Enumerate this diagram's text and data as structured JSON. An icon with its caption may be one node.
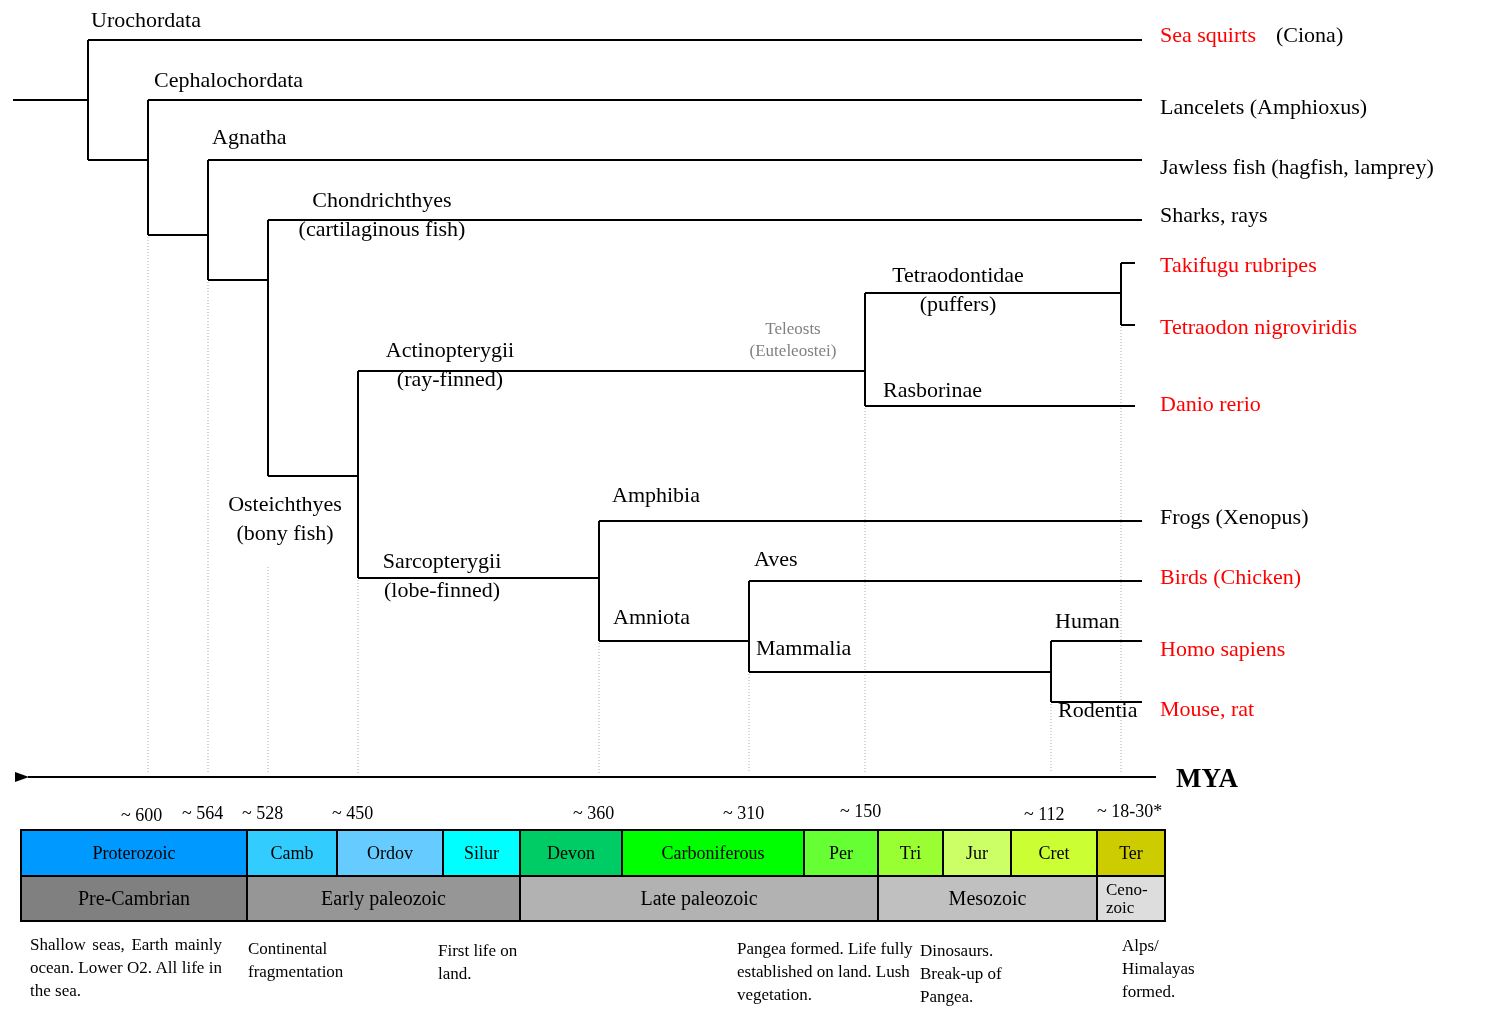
{
  "diagram": {
    "labels": [
      "Urochordata",
      "Cephalochordata",
      "Agnatha",
      "Chondrichthyes (cartilaginous fish)",
      "Tetraodontidae (puffers)",
      "Teleosts (Euteleostei)",
      "Actinopterygii (ray-finned)",
      "Rasborinae",
      "Osteichthyes (bony fish)",
      "Amphibia",
      "Sarcopterygii (lobe-finned)",
      "Aves",
      "Amniota",
      "Mammalia",
      "Human",
      "Rodentia",
      "Sea squirts",
      "(Ciona)",
      "Lancelets (Amphioxus)",
      "Jawless fish (hagfish, lamprey)",
      "Sharks, rays",
      "Takifugu rubripes",
      "Tetraodon nigroviridis",
      "Danio rerio",
      "Frogs (Xenopus)",
      "Birds (Chicken)",
      "Homo sapiens",
      "Mouse, rat",
      "MYA",
      "~ 600",
      "~ 564",
      "~ 528",
      "~ 450",
      "~ 360",
      "~ 310",
      "~ 150",
      "~ 112",
      "~ 18-30*",
      "Proterozoic",
      "Camb",
      "Ordov",
      "Silur",
      "Devon",
      "Carboniferous",
      "Per",
      "Tri",
      "Jur",
      "Cret",
      "Ter",
      "Pre-Cambrian",
      "Early paleozoic",
      "Late paleozoic",
      "Mesozoic",
      "Ceno- zoic",
      "Shallow seas, Earth mainly ocean. Lower O2. All life in the sea.",
      "Continental fragmentation",
      "First life on land.",
      "Pangea formed. Life fully established on land. Lush vegetation.",
      "Dinosaurs. Break-up of Pangea.",
      "Alps/ Himalayas formed."
    ]
  }
}
